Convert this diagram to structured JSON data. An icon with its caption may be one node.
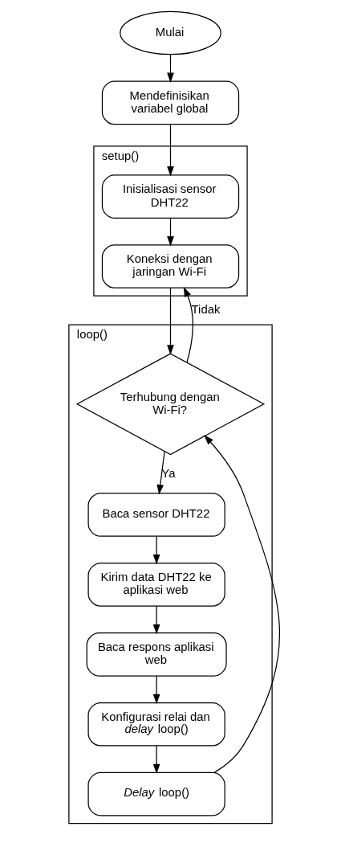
{
  "diagram": {
    "nodes": [
      {
        "text": [
          "Mulai"
        ]
      },
      {
        "text": [
          "Mendefinisikan variabel global"
        ]
      },
      {
        "text": [
          "setup()"
        ]
      },
      {
        "text": [
          "Inisialisasi sensor DHT22"
        ],
        "in": 2
      },
      {
        "text": [
          "Koneksi dengan jaringan Wi-Fi"
        ],
        "in": 2
      },
      {
        "text": [
          "loop()"
        ]
      },
      {
        "text": [
          "Terhubung dengan Wi-Fi?"
        ],
        "in": 5
      },
      {
        "text": [
          "Baca sensor DHT22"
        ],
        "in": 5
      },
      {
        "text": [
          "Kirim data DHT22 ke aplikasi web"
        ],
        "in": 5
      },
      {
        "text": [
          "Baca respons aplikasi web"
        ],
        "in": 5
      },
      {
        "text": [
          "Konfigurasi relai dan *delay* loop()"
        ],
        "in": 5
      },
      {
        "text": [
          "*Delay* loop()"
        ],
        "in": 5
      }
    ],
    "edges": [
      {
        "from": 0,
        "to": 1,
        "arrow": "to"
      },
      {
        "from": 1,
        "to": 3,
        "arrow": "to"
      },
      {
        "from": 3,
        "to": 4,
        "arrow": "to"
      },
      {
        "from": 4,
        "to": 6,
        "arrow": "to"
      },
      {
        "from": 6,
        "to": 4,
        "arrow": "to",
        "label": "Tidak"
      },
      {
        "from": 6,
        "to": 7,
        "arrow": "to",
        "label": "Ya"
      },
      {
        "from": 7,
        "to": 8,
        "arrow": "to"
      },
      {
        "from": 8,
        "to": 9,
        "arrow": "to"
      },
      {
        "from": 9,
        "to": 10,
        "arrow": "to"
      },
      {
        "from": 10,
        "to": 11,
        "arrow": "to"
      },
      {
        "from": 11,
        "to": 6,
        "arrow": "to"
      }
    ]
  }
}
